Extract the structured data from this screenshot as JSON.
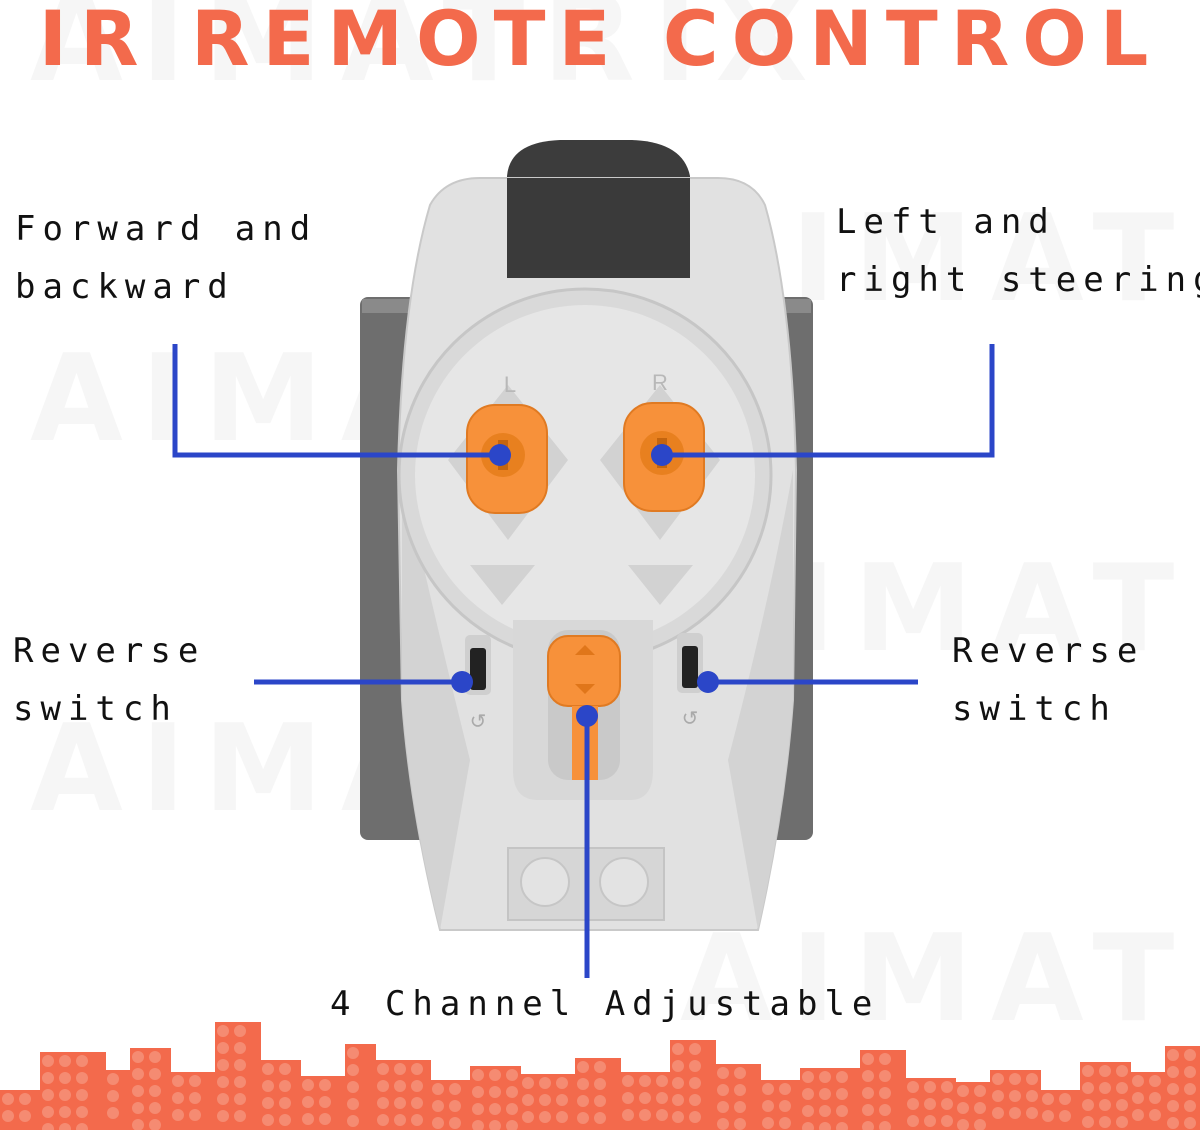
{
  "title": "IR REMOTE CONTROL",
  "watermark_text": "AIMATRIX",
  "labels": {
    "forward_line1": "Forward and",
    "forward_line2": "backward",
    "steer_line1": "Left and",
    "steer_line2": "right steering",
    "reverse_left_line1": "Reverse",
    "reverse_left_line2": "switch",
    "reverse_right_line1": "Reverse",
    "reverse_right_line2": "switch",
    "channel": "4 Channel Adjustable"
  },
  "dial_letters": {
    "left": "L",
    "right": "R"
  },
  "colors": {
    "title": "#f36a4c",
    "leader_line": "#2b46c8",
    "knob_orange": "#f7913a",
    "remote_body": "#e1e1e1",
    "remote_side": "#6e6e6e",
    "brick_orange": "#f36a4c"
  }
}
